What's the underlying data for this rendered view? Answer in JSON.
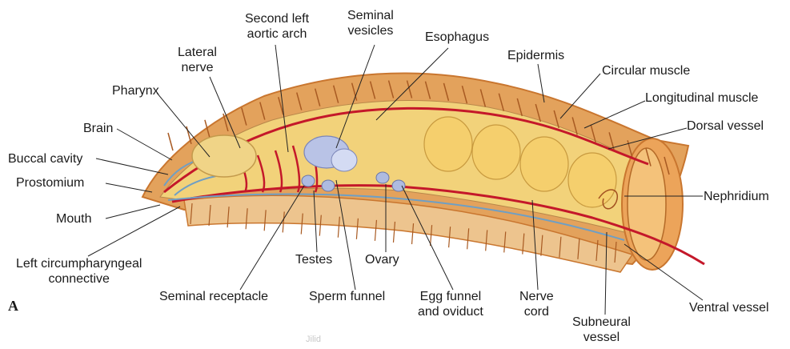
{
  "figure": {
    "panel_letter": "A",
    "watermark_fragment": "Jilid"
  },
  "labels": {
    "second_left_aortic_arch": [
      "Second left",
      "aortic arch"
    ],
    "seminal_vesicles": [
      "Seminal",
      "vesicles"
    ],
    "esophagus": "Esophagus",
    "epidermis": "Epidermis",
    "circular_muscle": "Circular muscle",
    "longitudinal_muscle": "Longitudinal muscle",
    "dorsal_vessel": "Dorsal vessel",
    "nephridium": "Nephridium",
    "lateral_nerve": [
      "Lateral",
      "nerve"
    ],
    "pharynx": "Pharynx",
    "brain": "Brain",
    "buccal_cavity": "Buccal cavity",
    "prostomium": "Prostomium",
    "mouth": "Mouth",
    "left_circumpharyngeal_connective": [
      "Left circumpharyngeal",
      "connective"
    ],
    "testes": "Testes",
    "ovary": "Ovary",
    "seminal_receptacle": "Seminal receptacle",
    "sperm_funnel": "Sperm funnel",
    "egg_funnel_and_oviduct": [
      "Egg funnel",
      "and oviduct"
    ],
    "nerve_cord": [
      "Nerve",
      "cord"
    ],
    "subneural_vessel": [
      "Subneural",
      "vessel"
    ],
    "ventral_vessel": "Ventral vessel"
  },
  "colors": {
    "body_wall": "#e3a25c",
    "body_wall_dark": "#c9762f",
    "segment_line": "#a85a22",
    "interior": "#f2d27a",
    "blood_vessel": "#c4182a",
    "nerve": "#6f9fc4",
    "reproductive": "#b9c3e6",
    "leader_line": "#222222"
  }
}
